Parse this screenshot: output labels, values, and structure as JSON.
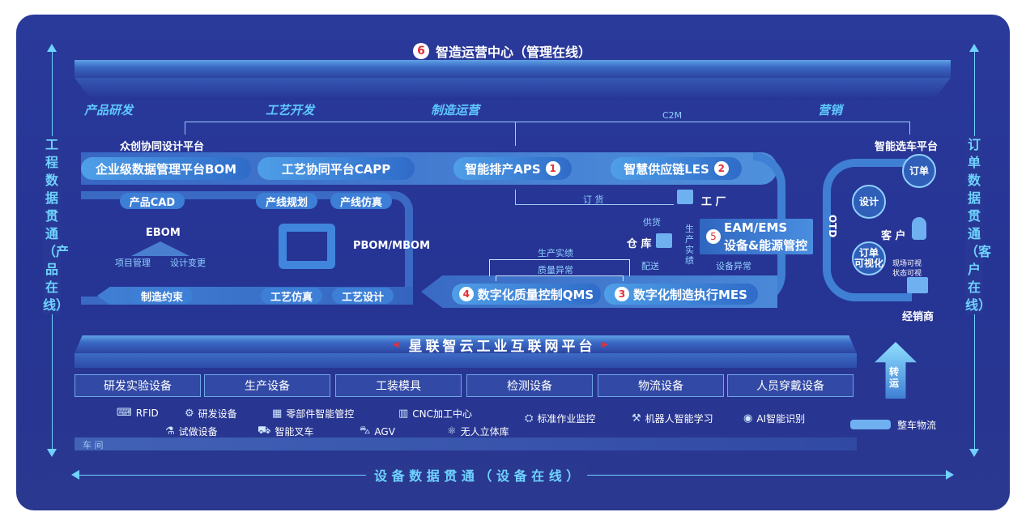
{
  "top_title": {
    "num": "6",
    "text": "智造运营中心（管理在线）"
  },
  "stages": [
    "产品研发",
    "工艺开发",
    "制造运营",
    "营销"
  ],
  "c2m": "C2M",
  "top_labels": {
    "design_platform": "众创协同设计平台",
    "car_select": "智能选车平台"
  },
  "main_row": [
    {
      "label": "企业级数据管理平台BOM",
      "num": ""
    },
    {
      "label": "工艺协同平台CAPP",
      "num": ""
    },
    {
      "label": "智能排产APS",
      "num": "1"
    },
    {
      "label": "智慧供应链LES",
      "num": "2"
    }
  ],
  "second_row": {
    "cad": "产品CAD",
    "line_plan": "产线规划",
    "line_sim": "产线仿真"
  },
  "ebom": {
    "title": "EBOM",
    "sub1": "项目管理",
    "sub2": "设计变更"
  },
  "pbom": "PBOM/MBOM",
  "bottom_row": {
    "constraint": "制造约束",
    "proc_sim": "工艺仿真",
    "proc_design": "工艺设计"
  },
  "qms": {
    "num": "4",
    "label": "数字化质量控制QMS"
  },
  "mes": {
    "num": "3",
    "label": "数字化制造执行MES"
  },
  "eam": {
    "num": "5",
    "line1": "EAM/EMS",
    "line2": "设备&能源管控"
  },
  "flow_labels": {
    "order": "订 货",
    "factory": "工 厂",
    "supply": "供货",
    "warehouse": "仓 库",
    "delivery": "配送",
    "production_line": "生\n产\n实\n绩",
    "prod_perf": "生产实绩",
    "quality_abn": "质量异常",
    "equip_abn": "设备异常"
  },
  "otd": "OTD",
  "customer_side": {
    "order": "订单",
    "design": "设计",
    "customer": "客 户",
    "visual": "订单\n可视化",
    "visual_note1": "现场可视",
    "visual_note2": "状态可视",
    "dealer": "经销商"
  },
  "platform_title": "星联智云工业互联网平台",
  "categories": [
    "研发实验设备",
    "生产设备",
    "工装模具",
    "检测设备",
    "物流设备",
    "人员穿戴设备"
  ],
  "devices_row1": [
    {
      "icon": "⌨",
      "label": "RFID"
    },
    {
      "icon": "⚙",
      "label": "研发设备"
    },
    {
      "icon": "▦",
      "label": "零部件智能管控"
    },
    {
      "icon": "▥",
      "label": "CNC加工中心"
    },
    {
      "icon": "⛭",
      "label": "标准作业监控"
    },
    {
      "icon": "⚒",
      "label": "机器人智能学习"
    },
    {
      "icon": "◉",
      "label": "AI智能识别"
    }
  ],
  "devices_row2": [
    {
      "icon": "⚗",
      "label": "试做设备"
    },
    {
      "icon": "⛟",
      "label": "智能叉车"
    },
    {
      "icon": "⛍",
      "label": "AGV"
    },
    {
      "icon": "⚛",
      "label": "无人立体库"
    }
  ],
  "workshop": "车 间",
  "transfer": "转\n运",
  "logistics": "整车物流",
  "left_vertical": "工程数据贯通（产品在线）",
  "right_vertical": "订单数据贯通（客户在线）",
  "bottom_text": "设 备 数 据 贯 通 （ 设 备 在 线 ）",
  "colors": {
    "frame": "#283894",
    "accent": "#5fc8ff",
    "pill": "#3f86dc"
  }
}
